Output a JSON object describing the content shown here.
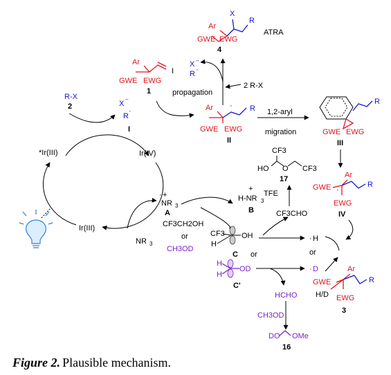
{
  "labels": {
    "ar": "Ar",
    "gwe": "GWE",
    "ewg": "EWG",
    "r": "R",
    "x": "X",
    "i_roman": "I",
    "num1": "1",
    "num2": "2",
    "num3": "3",
    "num4": "4",
    "num_ii": "II",
    "num_iii": "III",
    "num_iv": "IV",
    "num16": "16",
    "num17": "17",
    "atra": "ATRA",
    "propagation": "propagation",
    "rx": "R-X",
    "two_rx": "2  R-X",
    "xminus": "X",
    "rdot": "R",
    "migration_line1": "1,2-aryl",
    "migration_line2": "migration",
    "ir3_star": "*Ir(III)",
    "ir4": "Ir(IV)",
    "ir3": "Ir(III)",
    "nr3_rad": "NR",
    "nr3": "NR",
    "sub3": "3",
    "a": "A",
    "b": "B",
    "hnr3": "H-NR",
    "cf3ch2oh": "CF3CH2OH",
    "or": "or",
    "ch3od": "CH3OD",
    "c": "C",
    "cprime": "C'",
    "oh": "OH",
    "od": "OD",
    "cf3": "CF3",
    "h": "H",
    "tfe": "TFE",
    "cf3cho": "CF3CHO",
    "ho": "HO",
    "hcho": "HCHO",
    "ch3od2": "CH3OD",
    "do": "DO",
    "ome": "OMe",
    "hdot": "H",
    "ddot": "D",
    "hd": "H/D",
    "plus": "+",
    "dot": "·",
    "minus": "–"
  },
  "caption": {
    "label": "Figure 2.",
    "text": " Plausible mechanism."
  }
}
